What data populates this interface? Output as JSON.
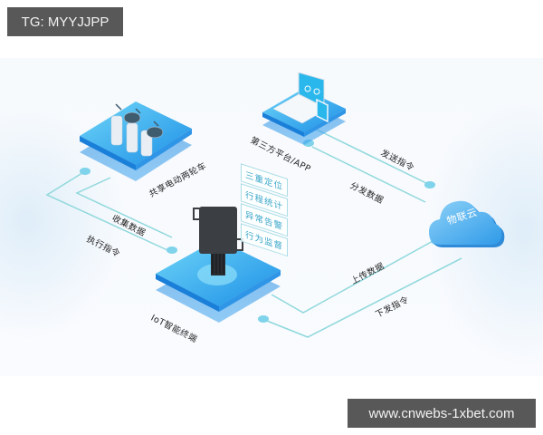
{
  "watermarks": {
    "top_left": "TG: MYYJJPP",
    "bottom_right": "www.cnwebs-1xbet.com"
  },
  "diagram": {
    "nodes": {
      "ebike": {
        "label": "共享电动两轮车",
        "icon": "ebike-icon"
      },
      "platform": {
        "label": "第三方平台/APP",
        "icon": "laptop-phone-icon"
      },
      "iot": {
        "label": "IoT智能终端",
        "icon": "iot-device-icon"
      },
      "cloud": {
        "label": "物联云",
        "icon": "cloud-icon"
      }
    },
    "features": [
      "三重定位",
      "行程统计",
      "异常告警",
      "行为监督"
    ],
    "edges": {
      "collect": "收集数据",
      "execute": "执行指令",
      "send_cmd": "发送指令",
      "distribute": "分发数据",
      "upload": "上传数据",
      "issue_cmd": "下发指令"
    },
    "colors": {
      "platform_top": "#2aa9ee",
      "platform_edge": "#1a7fd8",
      "line": "#8fd8dc",
      "dot": "#7fd3ea",
      "cloud": "#4ab2ef",
      "feature_text": "#3aa6c9",
      "watermark_bg": "#585858"
    }
  }
}
